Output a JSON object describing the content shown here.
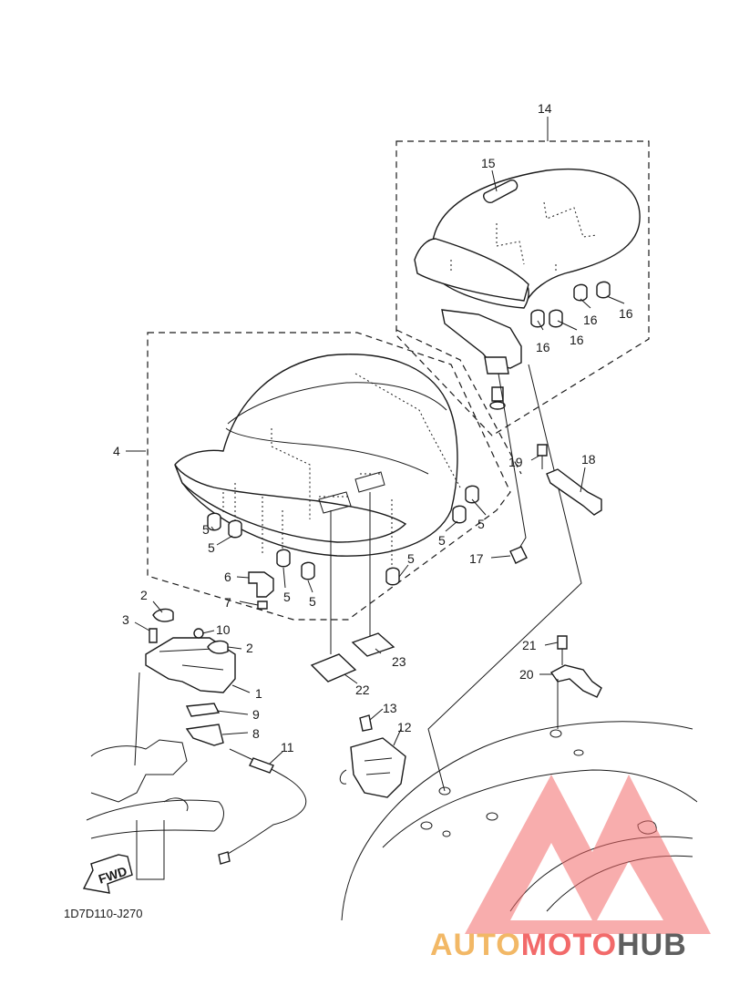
{
  "diagram": {
    "code": "1D7D110-J270",
    "fwd_label": "FWD",
    "callouts": [
      {
        "id": "c14",
        "text": "14"
      },
      {
        "id": "c15",
        "text": "15"
      },
      {
        "id": "c16a",
        "text": "16"
      },
      {
        "id": "c16b",
        "text": "16"
      },
      {
        "id": "c16c",
        "text": "16"
      },
      {
        "id": "c16d",
        "text": "16"
      },
      {
        "id": "c4",
        "text": "4"
      },
      {
        "id": "c19",
        "text": "19"
      },
      {
        "id": "c18",
        "text": "18"
      },
      {
        "id": "c5a",
        "text": "5"
      },
      {
        "id": "c5b",
        "text": "5"
      },
      {
        "id": "c5c",
        "text": "5"
      },
      {
        "id": "c5d",
        "text": "5"
      },
      {
        "id": "c5e",
        "text": "5"
      },
      {
        "id": "c5f",
        "text": "5"
      },
      {
        "id": "c5g",
        "text": "5"
      },
      {
        "id": "c17",
        "text": "17"
      },
      {
        "id": "c6",
        "text": "6"
      },
      {
        "id": "c7",
        "text": "7"
      },
      {
        "id": "c2a",
        "text": "2"
      },
      {
        "id": "c3",
        "text": "3"
      },
      {
        "id": "c10",
        "text": "10"
      },
      {
        "id": "c2b",
        "text": "2"
      },
      {
        "id": "c23",
        "text": "23"
      },
      {
        "id": "c22",
        "text": "22"
      },
      {
        "id": "c21",
        "text": "21"
      },
      {
        "id": "c20",
        "text": "20"
      },
      {
        "id": "c1",
        "text": "1"
      },
      {
        "id": "c9",
        "text": "9"
      },
      {
        "id": "c8",
        "text": "8"
      },
      {
        "id": "c13",
        "text": "13"
      },
      {
        "id": "c12",
        "text": "12"
      },
      {
        "id": "c11",
        "text": "11"
      }
    ]
  },
  "watermark": {
    "part1": "AUTO",
    "part2": "MOTO",
    "part3": "HUB",
    "colors": {
      "auto": "#f2b866",
      "moto": "#f26a6a",
      "hub": "#5f5f5f",
      "logo": "#f26a6a"
    }
  }
}
